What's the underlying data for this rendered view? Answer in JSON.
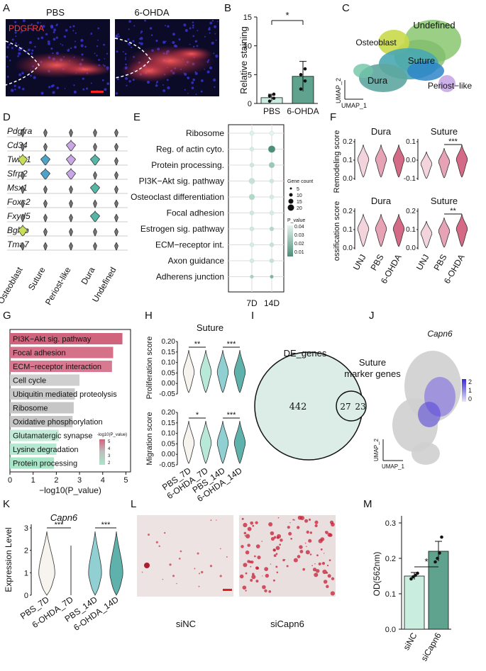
{
  "panels": [
    "A",
    "B",
    "C",
    "D",
    "E",
    "F",
    "G",
    "H",
    "I",
    "J",
    "K",
    "L",
    "M"
  ],
  "colors": {
    "bar_green": "#5fa38f",
    "bar_light": "#c9eee0",
    "red_stain": "#e23a4a",
    "nuclei": "#3b35d8",
    "pink_dark": "#d46a85",
    "pink_mid": "#e7a3b6",
    "pink_light": "#f3d3dc",
    "teal": "#7cc6c6",
    "teal_dark": "#4fa7a7"
  },
  "A": {
    "labels": [
      "PBS",
      "6-OHDA"
    ],
    "stain": "PDGFRA"
  },
  "B": {
    "chart_data": {
      "type": "bar",
      "categories": [
        "PBS",
        "6-OHDA"
      ],
      "values": [
        1.0,
        4.7
      ],
      "errors": [
        0.6,
        2.6
      ],
      "points": [
        [
          0.4,
          0.9,
          1.3,
          1.6
        ],
        [
          2.5,
          3.9,
          5.0,
          6.0
        ]
      ],
      "ylabel": "Relative staining",
      "yticks": [
        "0",
        "5",
        "10",
        "15"
      ],
      "ylim": [
        0,
        15
      ],
      "significance": "*"
    }
  },
  "C": {
    "clusters": [
      "Osteoblast",
      "Undefined",
      "Suture",
      "Dura",
      "Periost−like"
    ],
    "xlabel": "UMAP_1",
    "ylabel": "UMAP_2"
  },
  "D": {
    "genes": [
      "Pdgfra",
      "Cd34",
      "Twist1",
      "Sfrp2",
      "Msx1",
      "Foxc2",
      "Fxyd5",
      "Bglap",
      "Tma7"
    ],
    "categories": [
      "Osteoblast",
      "Suture",
      "Periost-like",
      "Dura",
      "Undefined"
    ]
  },
  "E": {
    "chart_data": {
      "type": "scatter",
      "x": [
        "7D",
        "14D"
      ],
      "terms": [
        "Ribosome",
        "Reg. of actin cyto.",
        "Protein processing.",
        "PI3K−Akt sig. pathway",
        "Osteoclast differentiation",
        "Focal adhesion",
        "Estrogen sig. pathway",
        "ECM−receptor int.",
        "Axon guidance",
        "Adherens junction"
      ],
      "size_legend_title": "Gene count",
      "size_legend": [
        "5",
        "10",
        "15",
        "20"
      ],
      "color_legend_title": "P_value",
      "color_legend": [
        "0.04",
        "0.03",
        "0.02",
        "0.01"
      ]
    }
  },
  "F": {
    "chart_data": {
      "type": "violin",
      "categories": [
        "UNJ",
        "PBS",
        "6-OHDA"
      ],
      "panels": [
        {
          "title": "Dura",
          "ylabel": "Remodeling score",
          "yticks": [
            "0.2",
            "0.1",
            "0.0"
          ],
          "significance": ""
        },
        {
          "title": "Suture",
          "ylabel": "",
          "yticks": [
            "0.1",
            "0.0",
            "-0.1"
          ],
          "significance": "***"
        },
        {
          "title": "Dura",
          "ylabel": "ossification score",
          "yticks": [
            "0.2",
            "0.1",
            "0.0"
          ],
          "significance": ""
        },
        {
          "title": "Suture",
          "ylabel": "",
          "yticks": [
            "0.2",
            "0.1",
            "0.0"
          ],
          "significance": "**"
        }
      ]
    }
  },
  "G": {
    "chart_data": {
      "type": "bar",
      "orientation": "horizontal",
      "categories": [
        "PI3K−Akt sig. pathway",
        "Focal adhesion",
        "ECM−receptor interaction",
        "Cell cycle",
        "Ubiquitin mediated proteolysis",
        "Ribosome",
        "Oxidative phosphorylation",
        "Glutamatergic synapse",
        "Lysine degradation",
        "Protein processing"
      ],
      "values": [
        4.85,
        4.45,
        4.4,
        3.0,
        2.8,
        2.75,
        2.7,
        2.1,
        2.0,
        1.9
      ],
      "xlabel": "−log10(P_value)",
      "xticks": [
        "0",
        "1",
        "2",
        "3",
        "4",
        "5"
      ],
      "xlim": [
        0,
        5.2
      ],
      "legend_title": "-log10(P_value)",
      "legend_ticks": [
        "5",
        "4",
        "3",
        "2"
      ]
    }
  },
  "H": {
    "chart_data": {
      "type": "violin",
      "title": "Suture",
      "categories": [
        "PBS_7D",
        "6-OHDA_7D",
        "PBS_14D",
        "6-OHDA_14D"
      ],
      "panels": [
        {
          "ylabel": "Proliferation score",
          "yticks": [
            "0.20",
            "0.15",
            "0.10",
            "0.05",
            "0.00",
            "-0.05"
          ],
          "significance": [
            "**",
            "***"
          ]
        },
        {
          "ylabel": "Migration score",
          "yticks": [
            "0.20",
            "0.15",
            "0.10",
            "0.05",
            "0.00",
            "-0.05"
          ],
          "significance": [
            "*",
            "***"
          ]
        }
      ]
    }
  },
  "I": {
    "set_left": "DE_genes",
    "set_right_line1": "Suture",
    "set_right_line2": "marker genes",
    "only_left": "442",
    "overlap": "27",
    "only_right": "23"
  },
  "J": {
    "gene": "Capn6",
    "xlabel": "UMAP_1",
    "ylabel": "UMAP_2",
    "scale_ticks": [
      "2",
      "1",
      "0"
    ]
  },
  "K": {
    "chart_data": {
      "type": "violin",
      "title": "Capn6",
      "categories": [
        "PBS_7D",
        "6-OHDA_7D",
        "PBS_14D",
        "6-OHDA_14D"
      ],
      "ylabel": "Expression Level",
      "yticks": [
        "3",
        "2",
        "1",
        "0"
      ],
      "significance": [
        "***",
        "***"
      ]
    }
  },
  "L": {
    "labels": [
      "siNC",
      "siCapn6"
    ]
  },
  "M": {
    "chart_data": {
      "type": "bar",
      "categories": [
        "siNC",
        "siCapn6"
      ],
      "values": [
        0.15,
        0.22
      ],
      "errors": [
        0.01,
        0.028
      ],
      "points": [
        [
          0.142,
          0.148,
          0.152,
          0.158
        ],
        [
          0.19,
          0.2,
          0.215,
          0.26
        ]
      ],
      "ylabel": "OD(562nm)",
      "yticks": [
        "0.0",
        "0.1",
        "0.2",
        "0.3"
      ],
      "ylim": [
        0,
        0.32
      ],
      "significance": "*"
    }
  }
}
